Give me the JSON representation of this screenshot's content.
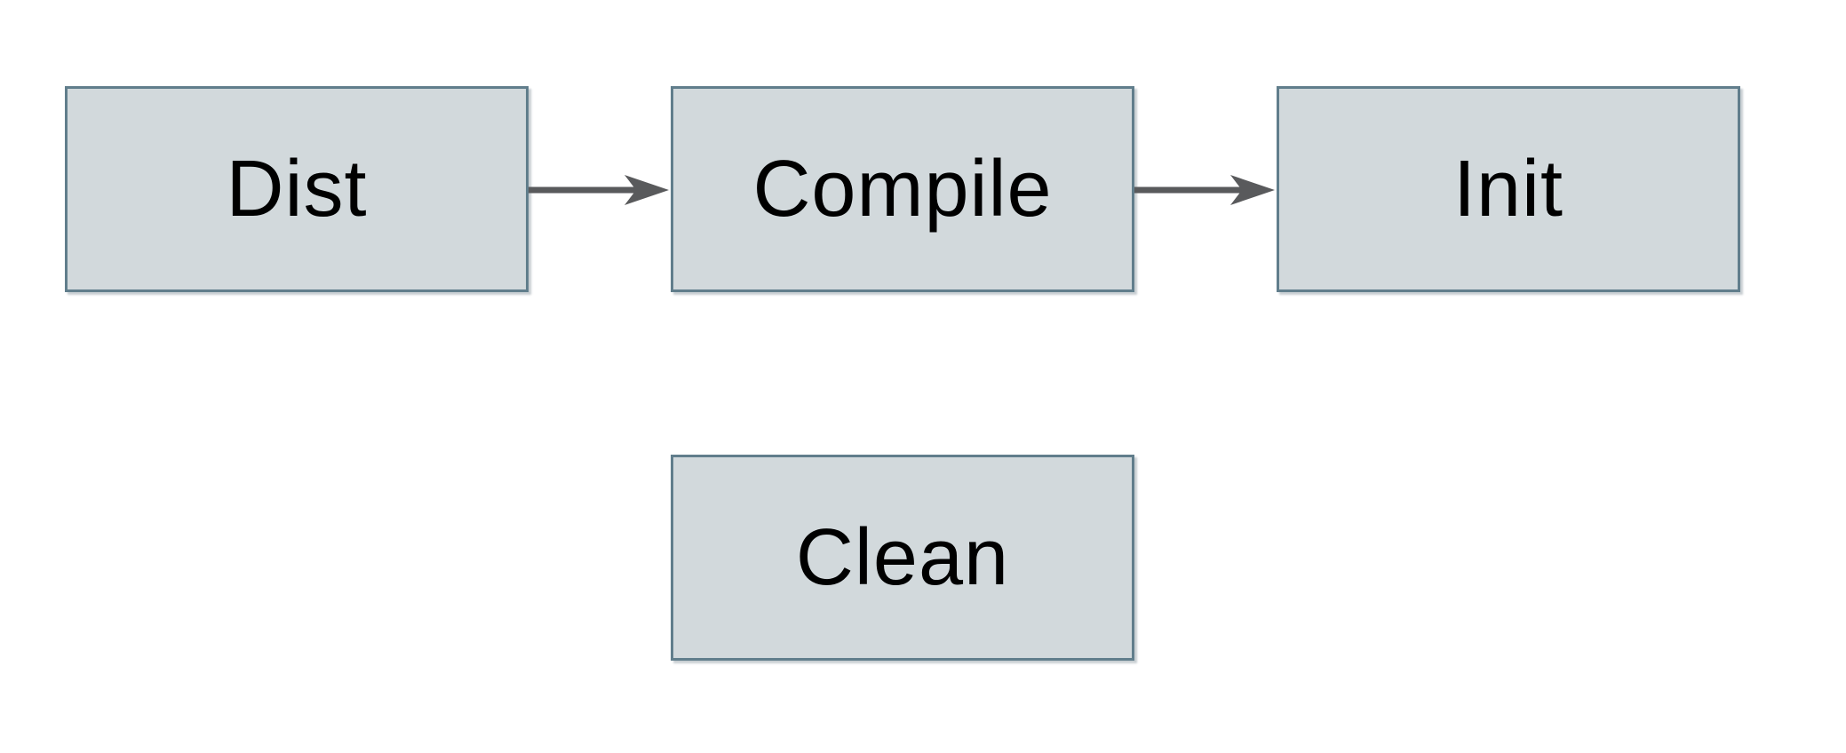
{
  "diagram": {
    "type": "flowchart",
    "nodes": [
      {
        "id": "dist",
        "label": "Dist"
      },
      {
        "id": "compile",
        "label": "Compile"
      },
      {
        "id": "init",
        "label": "Init"
      },
      {
        "id": "clean",
        "label": "Clean"
      }
    ],
    "edges": [
      {
        "from": "Dist",
        "to": "Compile",
        "style": "arrow-right"
      },
      {
        "from": "Compile",
        "to": "Init",
        "style": "arrow-right"
      }
    ],
    "colors": {
      "background": "#ffffff",
      "node_fill": "#d2d9dc",
      "node_border": "#617e8c",
      "arrow": "#595a5c",
      "text": "#000000"
    }
  }
}
